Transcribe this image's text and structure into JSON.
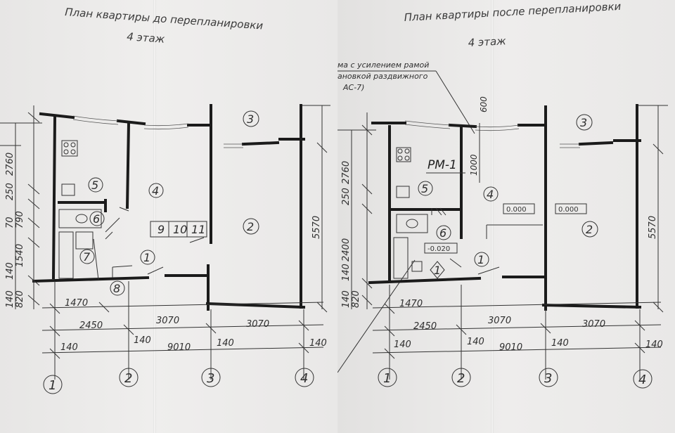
{
  "left": {
    "title_line1": "План квартиры до перепланировки",
    "title_line2": "4 этаж",
    "rooms": [
      "1",
      "2",
      "3",
      "4",
      "5",
      "6",
      "7",
      "8",
      "9",
      "10",
      "11"
    ],
    "dims": {
      "d2760": "2760",
      "d250": "250",
      "d790": "790",
      "d70": "70",
      "d1540": "1540",
      "d140a": "140",
      "d140b": "140",
      "d820": "820",
      "d1470": "1470",
      "d2450": "2450",
      "d3070a": "3070",
      "d3070b": "3070",
      "d5570": "5570",
      "d9010": "9010",
      "d140c": "140",
      "d140d": "140",
      "d140e": "140",
      "d140f": "140"
    },
    "axes": [
      "1",
      "2",
      "3",
      "4"
    ]
  },
  "right": {
    "title_line1": "План квартиры после перепланировки",
    "title_line2": "4 этаж",
    "note_line1": "ма с усилением рамой",
    "note_line2": "ановкой раздвижного",
    "note_line3": "АС-7)",
    "rm_label": "РМ-1",
    "d600": "600",
    "d1000": "1000",
    "level1": "0.000",
    "level2": "0.000",
    "level3": "-0.020",
    "rooms": [
      "1",
      "2",
      "3",
      "4",
      "5",
      "6"
    ],
    "marker": "1",
    "dims": {
      "d2760": "2760",
      "d250": "250",
      "d2400": "2400",
      "d140a": "140",
      "d140b": "140",
      "d820": "820",
      "d1470": "1470",
      "d2450": "2450",
      "d3070a": "3070",
      "d3070b": "3070",
      "d5570": "5570",
      "d9010": "9010",
      "d140c": "140",
      "d140d": "140",
      "d140e": "140",
      "d140f": "140"
    },
    "axes": [
      "1",
      "2",
      "3",
      "4"
    ]
  }
}
